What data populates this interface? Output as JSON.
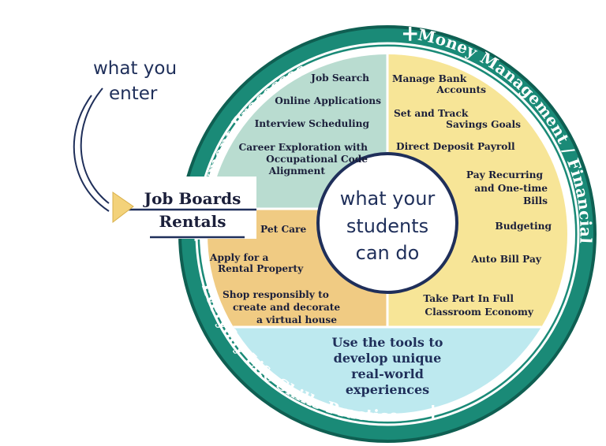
{
  "intro": {
    "line1": "what you",
    "line2": "enter"
  },
  "entries": {
    "job_boards": "Job Boards",
    "rentals": "Rentals"
  },
  "ring": {
    "top_left": "Employment Processes",
    "top_right": "Money Management / Financial Literacy",
    "bottom": "Everyday Life Skills Practice",
    "plus": "+"
  },
  "center": {
    "line1": "what your",
    "line2": "students",
    "line3": "can do"
  },
  "employment": {
    "items": [
      "Job Search",
      "Online Applications",
      "Interview Scheduling",
      "Career Exploration with",
      "Occupational Code",
      "Alignment"
    ]
  },
  "money": {
    "items": [
      "Manage Bank",
      "Accounts",
      "Set and Track",
      "Savings Goals",
      "Direct Deposit Payroll",
      "Pay Recurring",
      "and One-time",
      "Bills",
      "Budgeting",
      "Auto Bill Pay",
      "Take Part In Full",
      "Classroom Economy"
    ]
  },
  "rentals_section": {
    "items": [
      "Pet Care",
      "Apply for a",
      "Rental Property",
      "Shop responsibly to",
      "create and decorate",
      "a virtual house"
    ]
  },
  "bottom_band": {
    "lines": [
      "Use the tools to",
      "develop unique",
      "real-world",
      "experiences"
    ]
  },
  "colors": {
    "ring": "#1a8a77",
    "ring_border": "#0f5f52",
    "employment": "#b9dcd0",
    "money": "#f7e597",
    "rentals": "#f0cb83",
    "bottom": "#bde9ef",
    "navy": "#1f2f5a",
    "arrow": "#f3d27a"
  }
}
